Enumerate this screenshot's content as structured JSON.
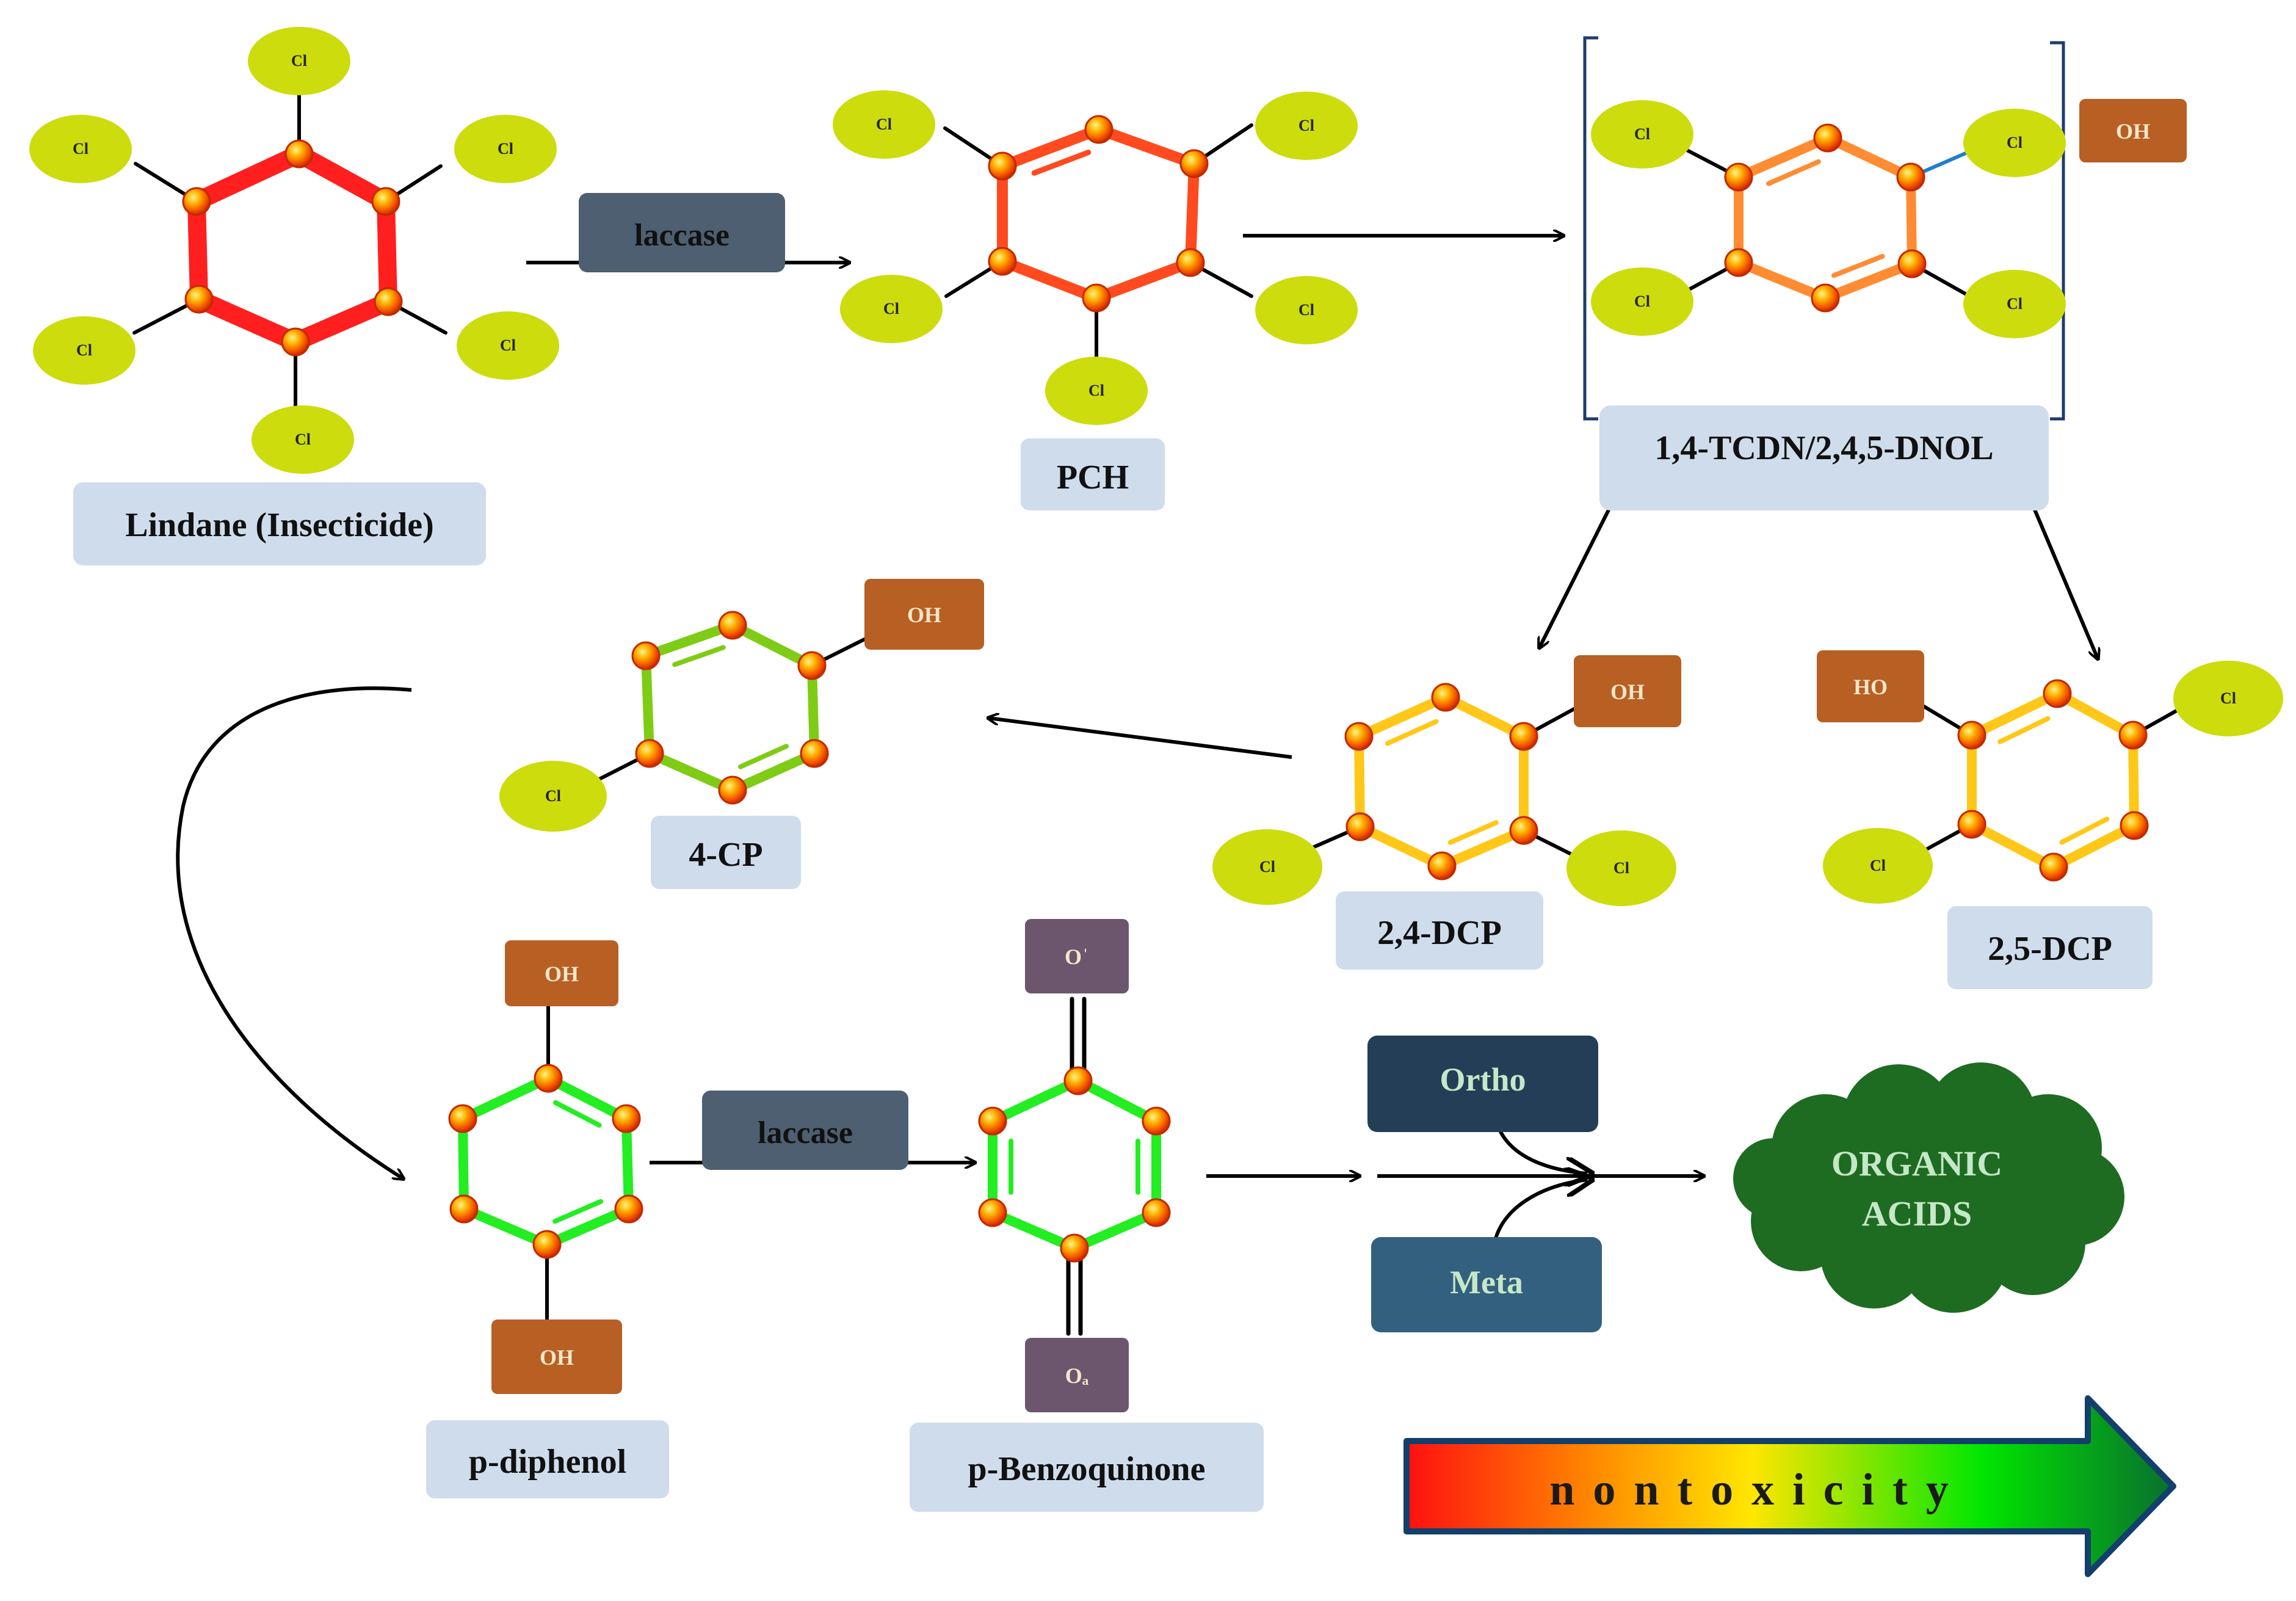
{
  "colors": {
    "cl_fill": "#cddc0d",
    "oh_fill": "#b85f24",
    "label_box": "#cfdcec",
    "laccase_box": "#4d5f70",
    "o_box": "#6c566e",
    "ortho_box": "#243e57",
    "meta_box": "#33607e",
    "cloud": "#1e6b22",
    "cloud_text": "#c6e7c8",
    "ring_red": "#ff1f1f",
    "ring_redorange": "#ff4a1f",
    "ring_orange": "#ff8c33",
    "ring_yellow": "#ffc818",
    "ring_lime": "#7fcc16",
    "ring_green": "#22ee22"
  },
  "atoms": {
    "cl": "Cl",
    "oh": "OH",
    "ho": "HO",
    "o_top": "Oˈ",
    "o_bottom": "Oₐ"
  },
  "enzymes": {
    "laccase_1": "laccase",
    "laccase_2": "laccase"
  },
  "compounds": {
    "lindane": "Lindane (Insecticide)",
    "pch": "PCH",
    "tcdn_dnol": "1,4-TCDN/2,4,5-DNOL",
    "cp4": "4-CP",
    "dcp24": "2,4-DCP",
    "dcp25": "2,5-DCP",
    "p_diphenol": "p-diphenol",
    "p_benzoquinone": "p-Benzoquinone"
  },
  "pathways": {
    "ortho": "Ortho",
    "meta": "Meta"
  },
  "products": {
    "organic_acids_line1": "ORGANIC",
    "organic_acids_line2": "ACIDS"
  },
  "gradient_arrow": {
    "label": "nontoxicity",
    "stops": [
      "#ff1010",
      "#ff8c00",
      "#ffe600",
      "#00e600",
      "#0a6e2e"
    ]
  }
}
